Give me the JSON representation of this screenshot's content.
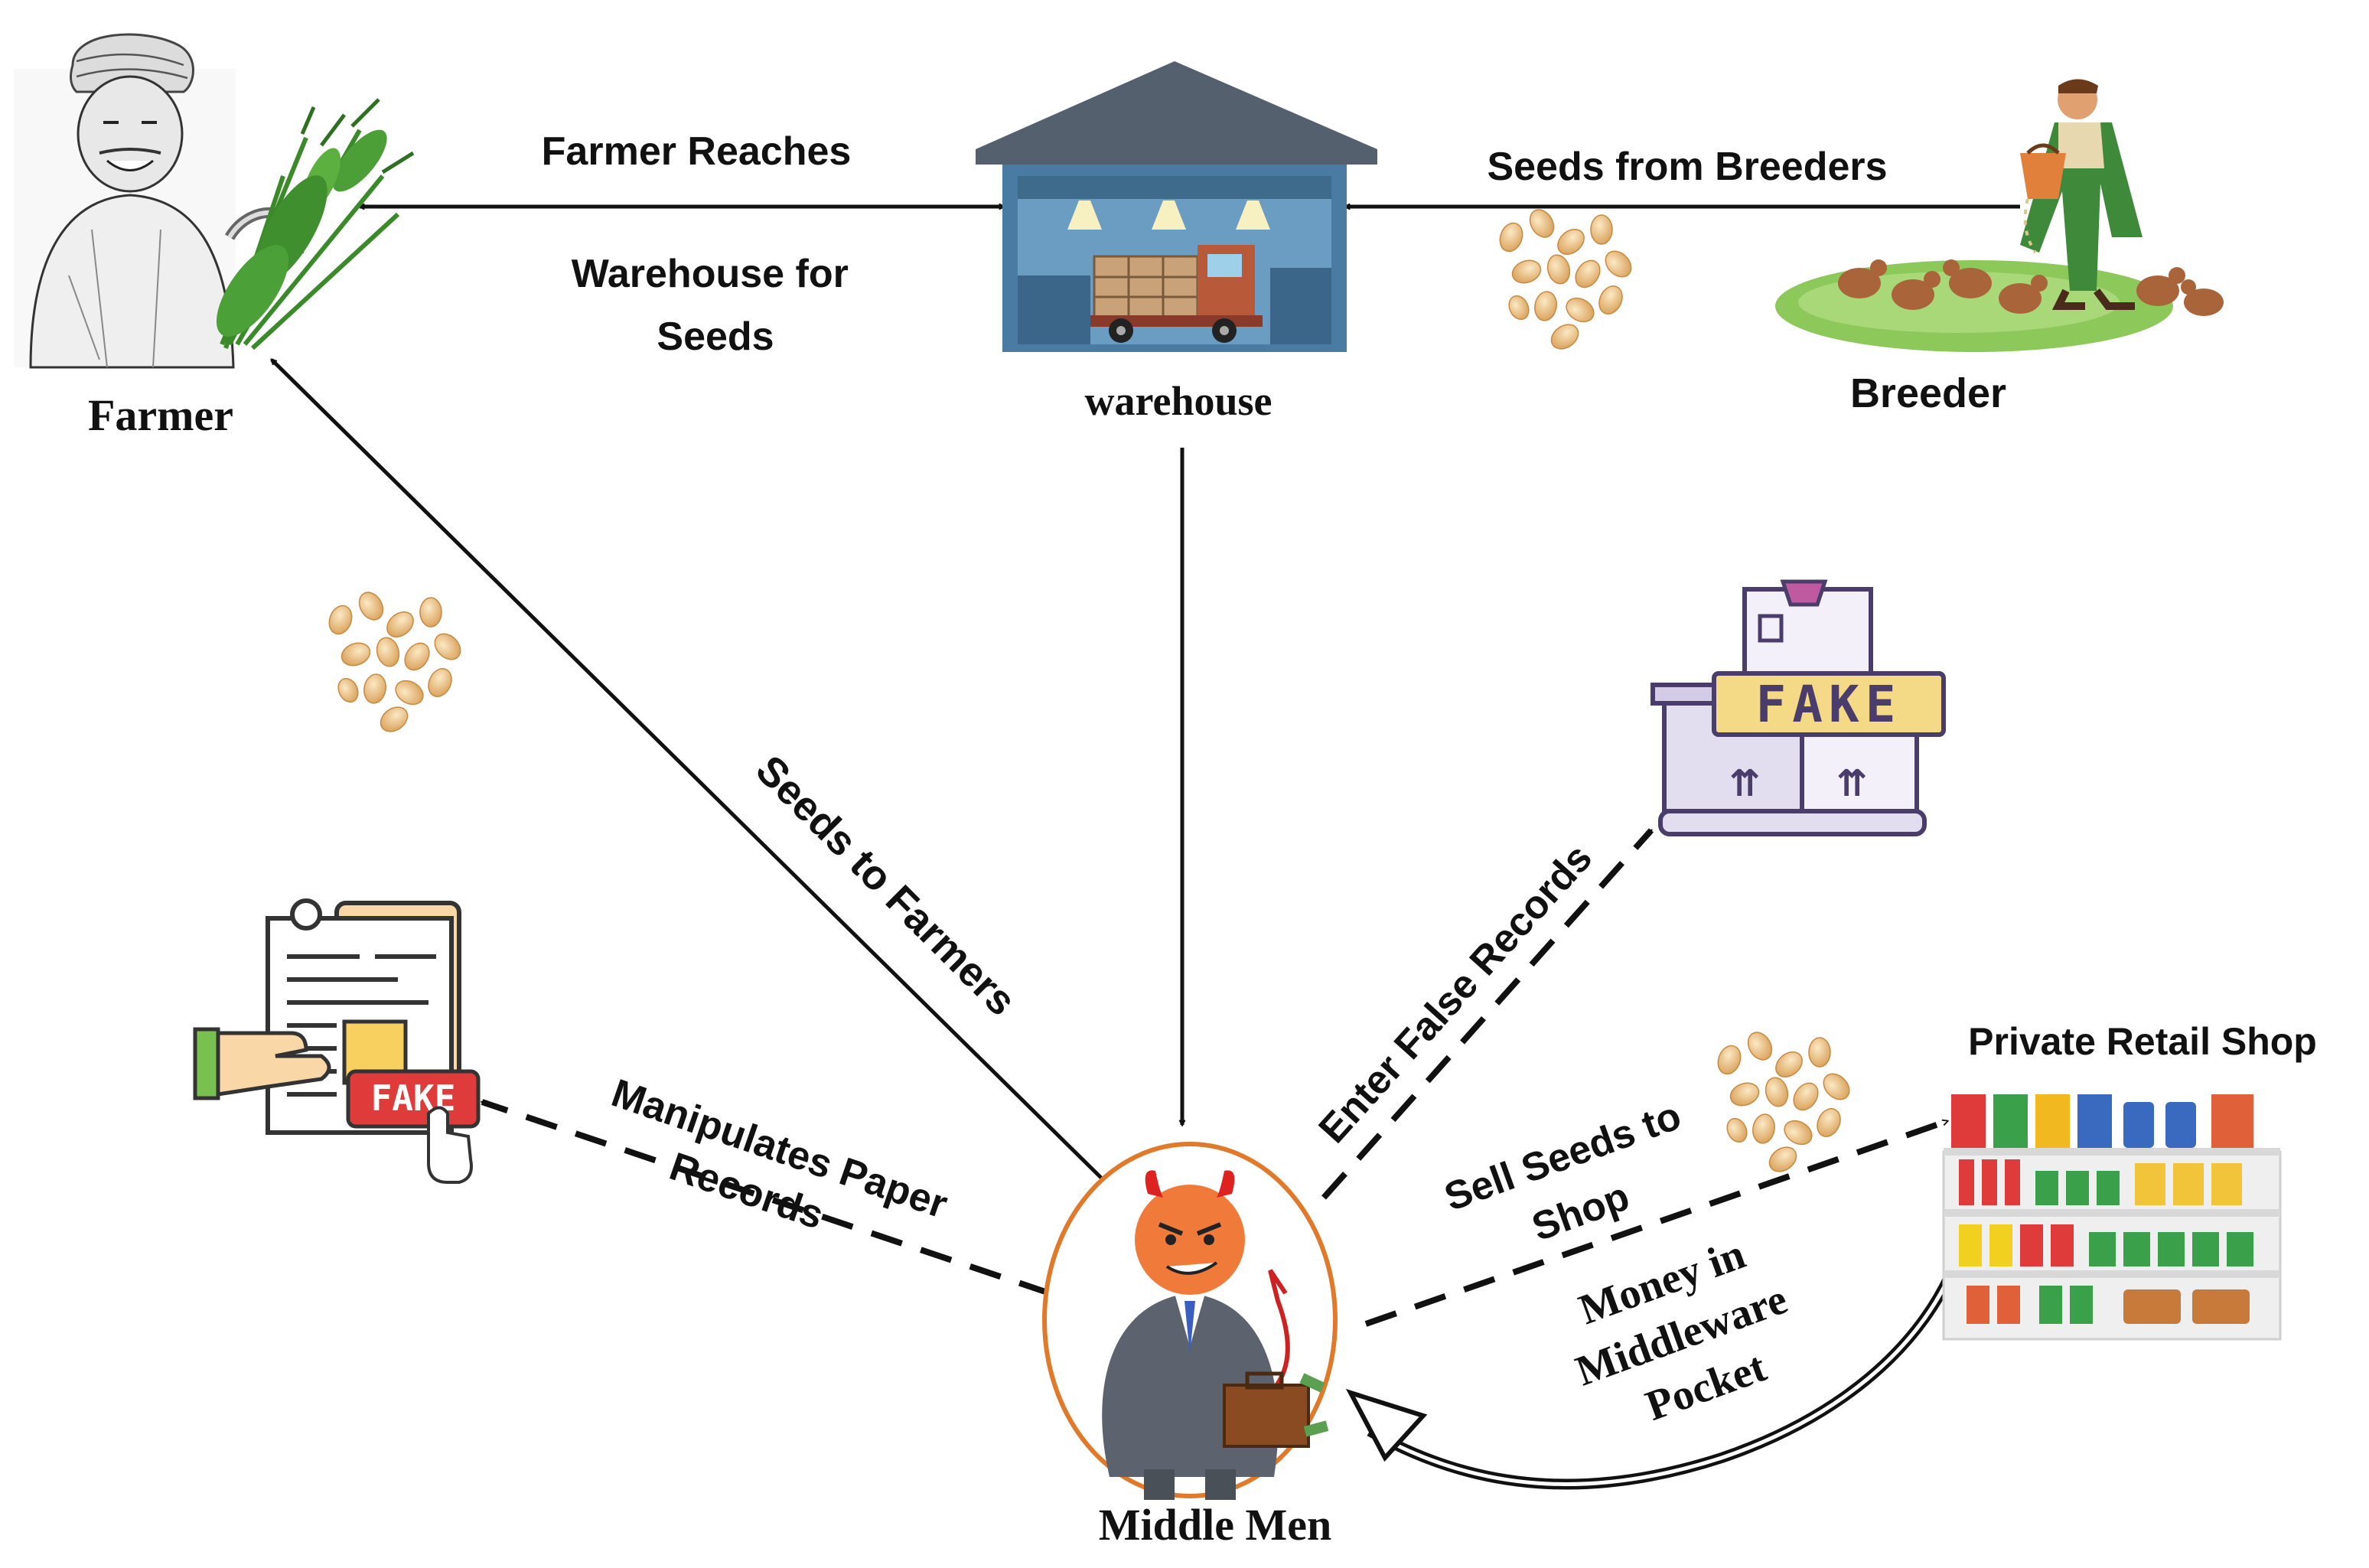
{
  "nodes": {
    "farmer": "Farmer",
    "warehouse": "warehouse",
    "breeder": "Breeder",
    "middle_men": "Middle Men",
    "retail_shop": "Private Retail Shop"
  },
  "edges": {
    "farmer_reaches": [
      "Farmer Reaches"
    ],
    "warehouse_for_seeds": [
      "Warehouse for",
      "Seeds"
    ],
    "seeds_from_breeders": [
      "Seeds from Breeders"
    ],
    "seeds_to_farmers": [
      "Seeds to Farmers"
    ],
    "manipulates_records": [
      "Manipulates Paper",
      "Records"
    ],
    "enter_false_records": [
      "Enter False Records"
    ],
    "sell_seeds_to_shop": [
      "Sell Seeds to",
      "Shop"
    ],
    "money_in_pocket": [
      "Money in",
      "Middleware",
      "Pocket"
    ]
  },
  "stamps": {
    "fake_box": "FAKE",
    "fake_document": "FAKE"
  },
  "icons": [
    "farmer-illustration",
    "warehouse-icon",
    "breeder-illustration",
    "fake-box-icon",
    "fake-document-icon",
    "middle-man-devil-icon",
    "retail-shop-icon",
    "seed-pile-icon"
  ],
  "colors": {
    "warehouse_blue": "#4a7ca3",
    "middle_men_ring": "#e07a2a",
    "fake_red": "#e03b3b",
    "box_purple": "#4a3d6b",
    "grass_green": "#78b84a"
  }
}
